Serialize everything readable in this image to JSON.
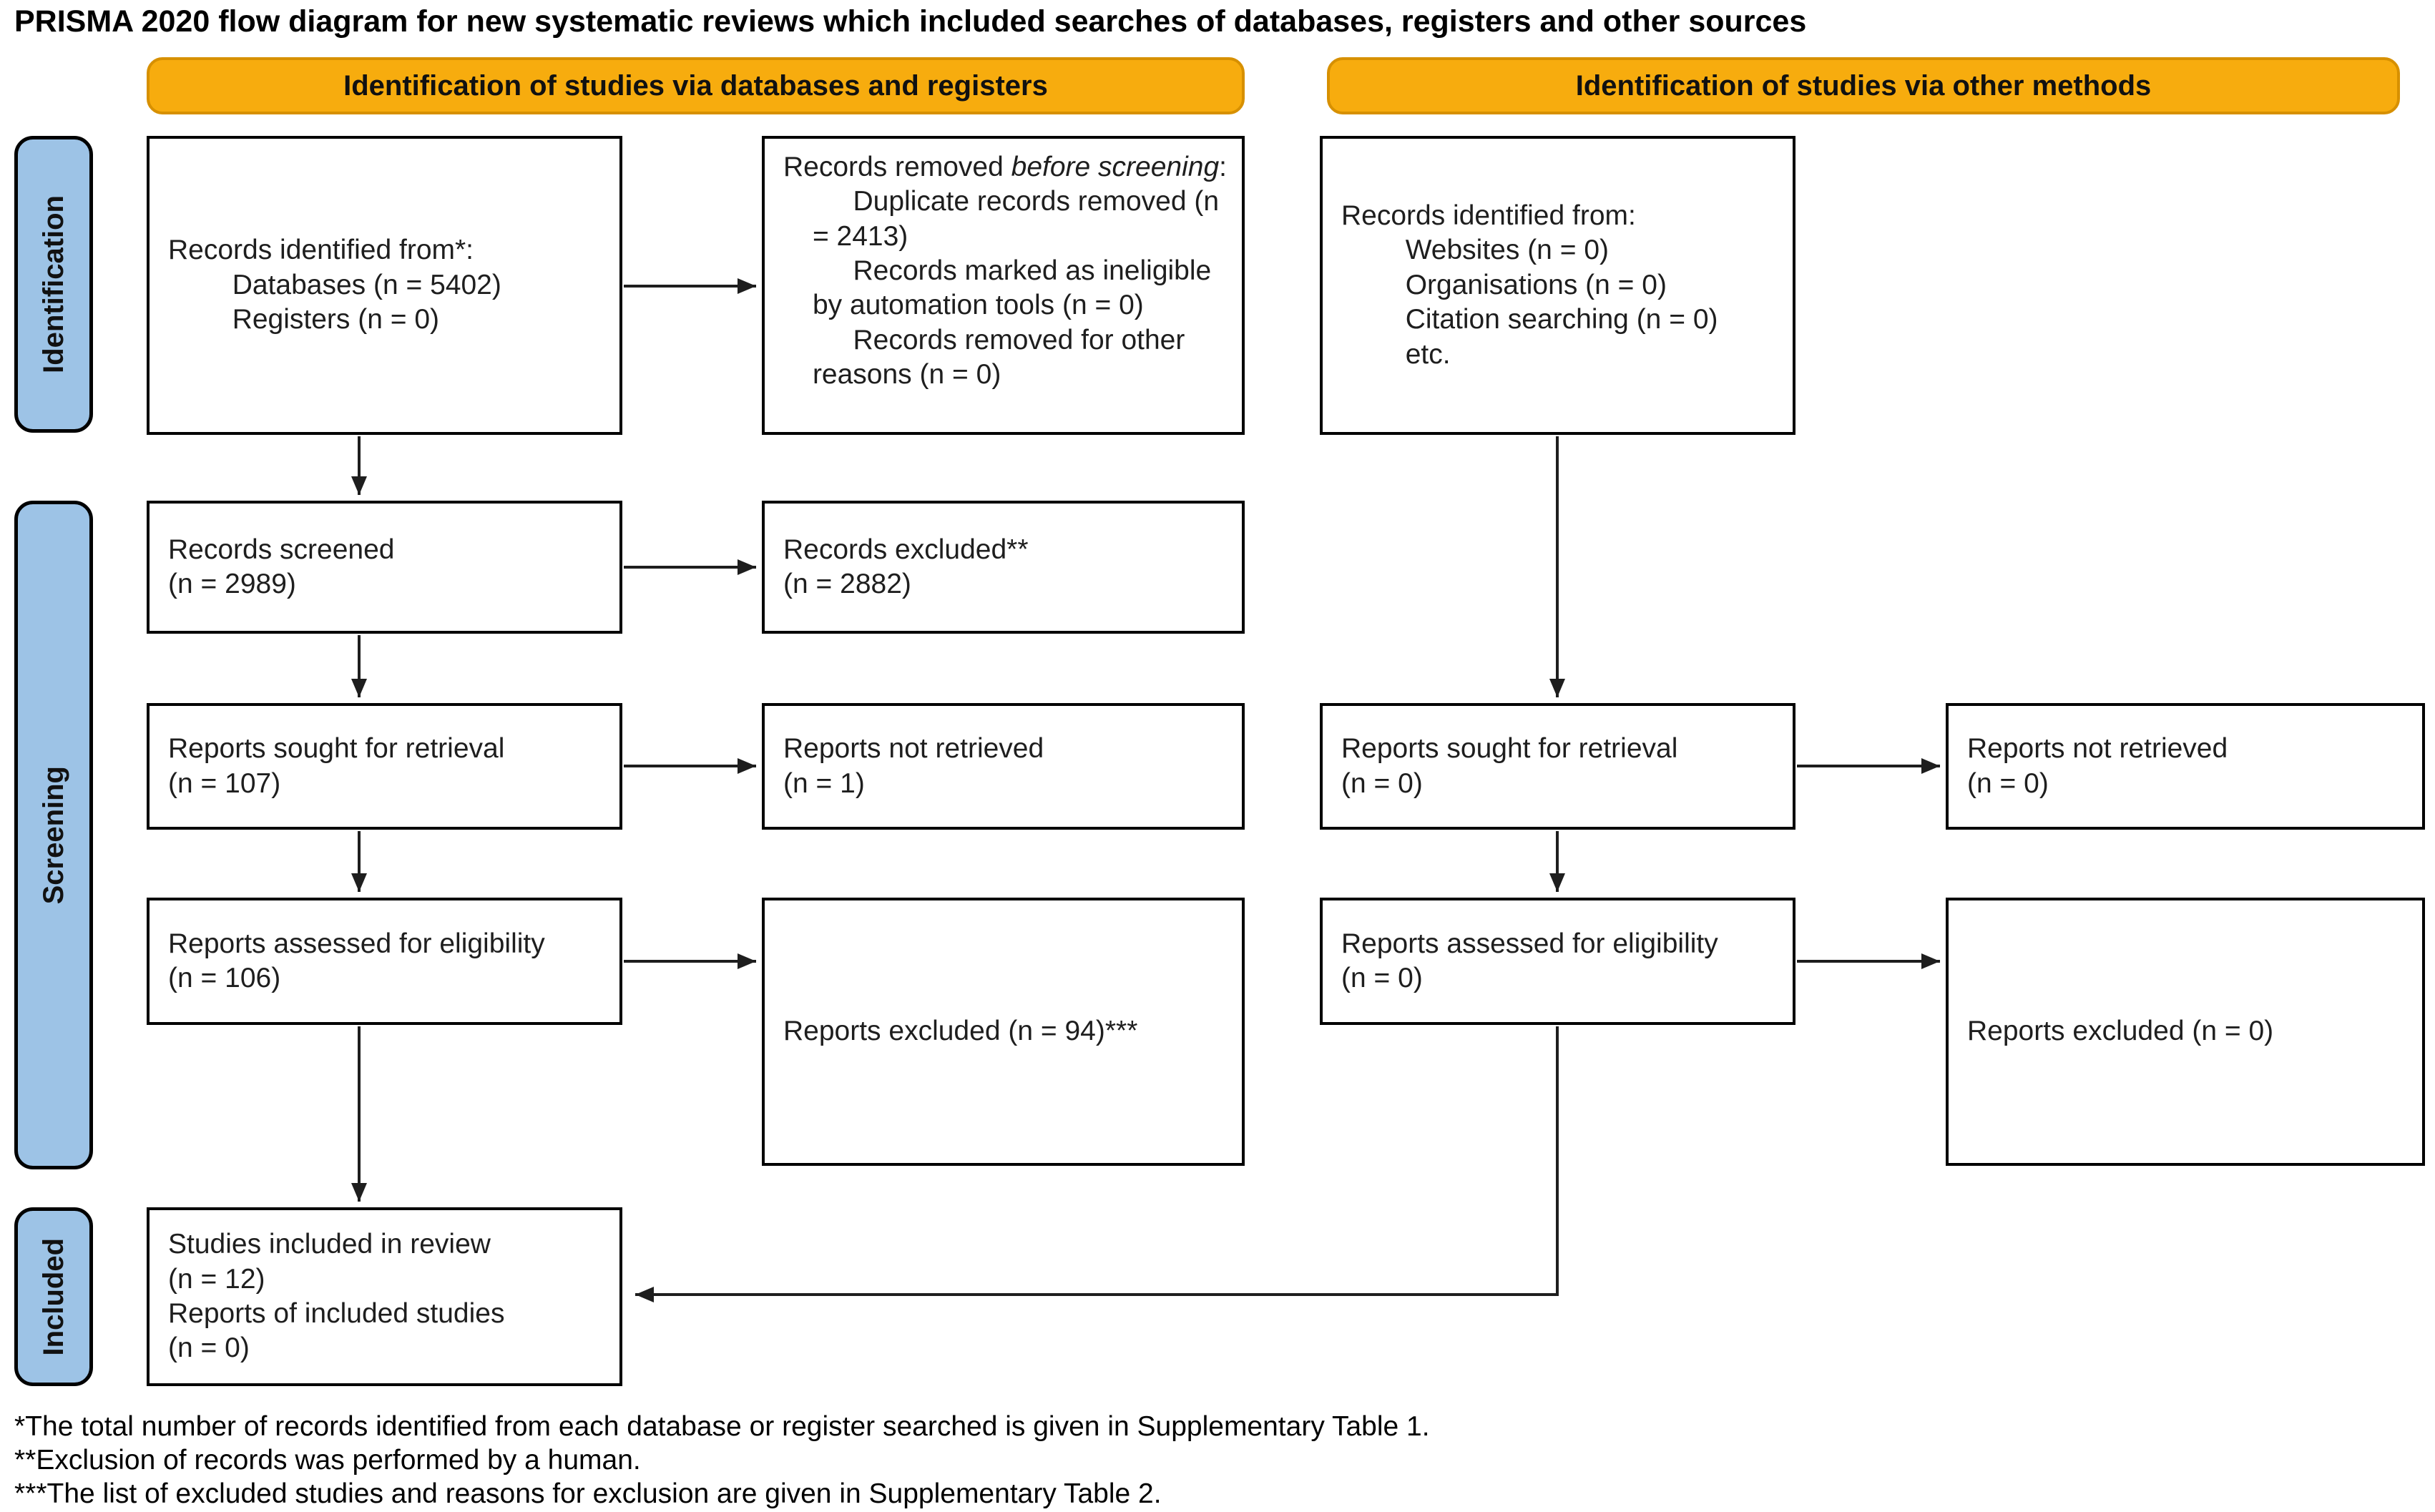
{
  "title": "PRISMA 2020 flow diagram for new systematic reviews which included searches of databases, registers and other sources",
  "banners": {
    "left": "Identification of studies via databases and registers",
    "right": "Identification of studies via other methods"
  },
  "sidebar": {
    "identification": "Identification",
    "screening": "Screening",
    "included": "Included"
  },
  "boxes": {
    "records_identified_db": {
      "line1": "Records identified from*:",
      "items": [
        "Databases (n = 5402)",
        "Registers (n = 0)"
      ]
    },
    "records_removed": {
      "prefix": "Records removed ",
      "italic": "before screening",
      "suffix": ":",
      "items": [
        "Duplicate records removed  (n = 2413)",
        "Records marked as ineligible by automation tools (n = 0)",
        "Records removed for other reasons (n = 0)"
      ]
    },
    "records_identified_other": {
      "line1": "Records identified from:",
      "items": [
        "Websites (n = 0)",
        "Organisations (n = 0)",
        "Citation searching (n = 0)",
        "etc."
      ]
    },
    "records_screened": {
      "line1": "Records screened",
      "line2": "(n = 2989)"
    },
    "records_excluded": {
      "line1": "Records excluded**",
      "line2": "(n = 2882)"
    },
    "reports_sought_db": {
      "line1": "Reports sought for retrieval",
      "line2": "(n = 107)"
    },
    "reports_not_retrieved_db": {
      "line1": "Reports not retrieved",
      "line2": "(n = 1)"
    },
    "reports_sought_other": {
      "line1": "Reports sought for retrieval",
      "line2": "(n = 0)"
    },
    "reports_not_retrieved_other": {
      "line1": "Reports not retrieved",
      "line2": "(n = 0)"
    },
    "reports_assessed_db": {
      "line1": "Reports assessed for eligibility",
      "line2": "(n = 106)"
    },
    "reports_excluded_db": {
      "line1": "Reports excluded (n = 94)***"
    },
    "reports_assessed_other": {
      "line1": "Reports assessed for eligibility",
      "line2": "(n = 0)"
    },
    "reports_excluded_other": {
      "line1": "Reports excluded (n = 0)"
    },
    "studies_included": {
      "lines": [
        "Studies included in review",
        "(n = 12)",
        "Reports of included studies",
        "(n = 0)"
      ]
    }
  },
  "footnotes": [
    "*The total number of records identified from each database or register searched is given in Supplementary Table 1.",
    "**Exclusion of records was performed by a human.",
    "***The list of excluded studies and reasons for exclusion are given in Supplementary Table 2."
  ],
  "colors": {
    "banner_fill": "#F7AC0E",
    "banner_border": "#D79000",
    "sidebar_fill": "#9DC3E6",
    "box_border": "#000000"
  }
}
